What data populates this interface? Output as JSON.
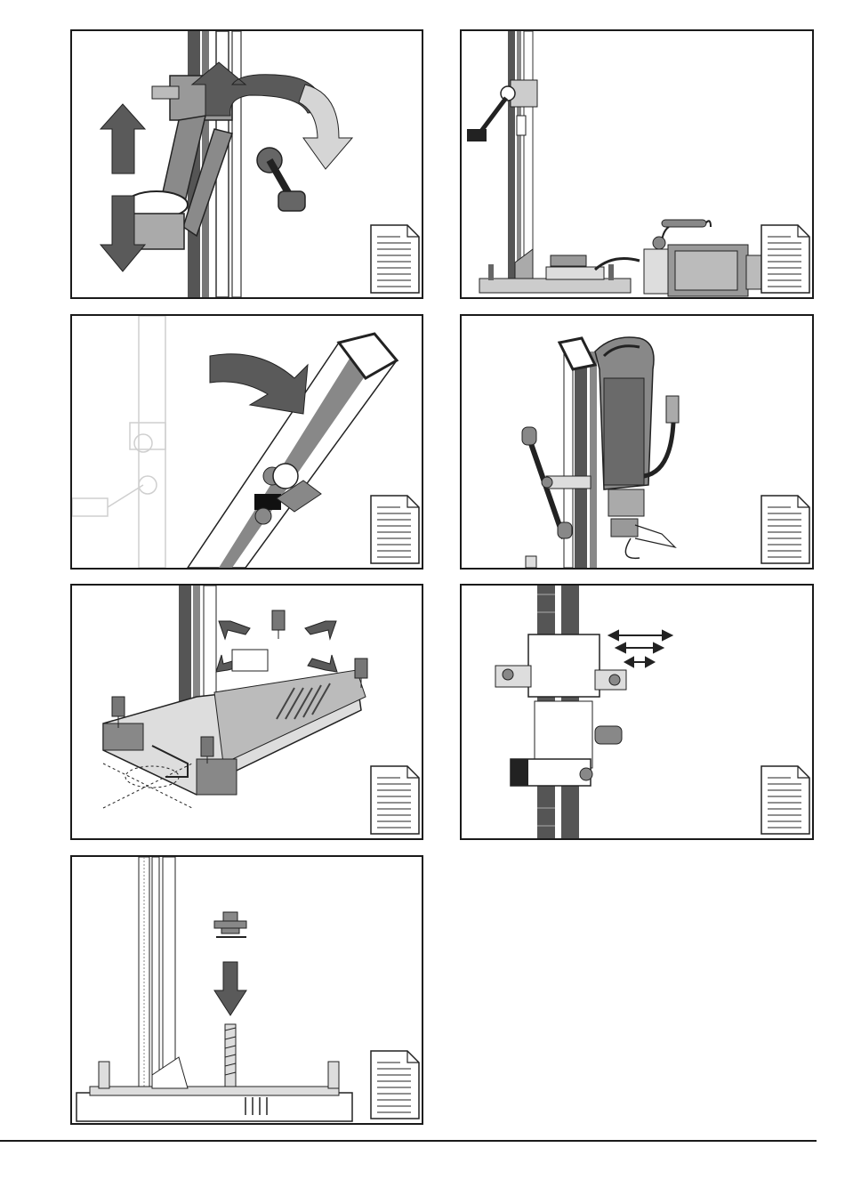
{
  "page": {
    "colors": {
      "frame": "#1a1a1a",
      "column_dark": "#555555",
      "arrow_dark": "#5a5a5a",
      "arrow_light": "#cfcfcf",
      "part_mid": "#8a8a8a",
      "ghost": "#cfcfcf"
    }
  },
  "panels": [
    {
      "name": "panel-height-adjust",
      "icons": [
        "drill-stand-column",
        "up-arrow",
        "down-arrow",
        "curved-arrow",
        "read-manual-icon"
      ]
    },
    {
      "name": "panel-vacuum-base",
      "icons": [
        "drill-stand-column",
        "vacuum-pump",
        "vacuum-hose",
        "read-manual-icon"
      ]
    },
    {
      "name": "panel-tilt-column",
      "icons": [
        "drill-stand-column",
        "curved-arrow",
        "read-manual-icon"
      ]
    },
    {
      "name": "panel-mount-drill",
      "icons": [
        "core-drill-motor",
        "feed-handle",
        "water-connector",
        "read-manual-icon"
      ]
    },
    {
      "name": "panel-base-levelling",
      "icons": [
        "levelling-screw",
        "direction-arrows",
        "allen-key",
        "read-manual-icon"
      ]
    },
    {
      "name": "panel-carriage-adjust",
      "icons": [
        "carriage",
        "double-arrow",
        "read-manual-icon"
      ]
    },
    {
      "name": "panel-anchor-mounting",
      "icons": [
        "anchor-nut",
        "down-arrow",
        "threaded-rod",
        "read-manual-icon"
      ]
    }
  ]
}
